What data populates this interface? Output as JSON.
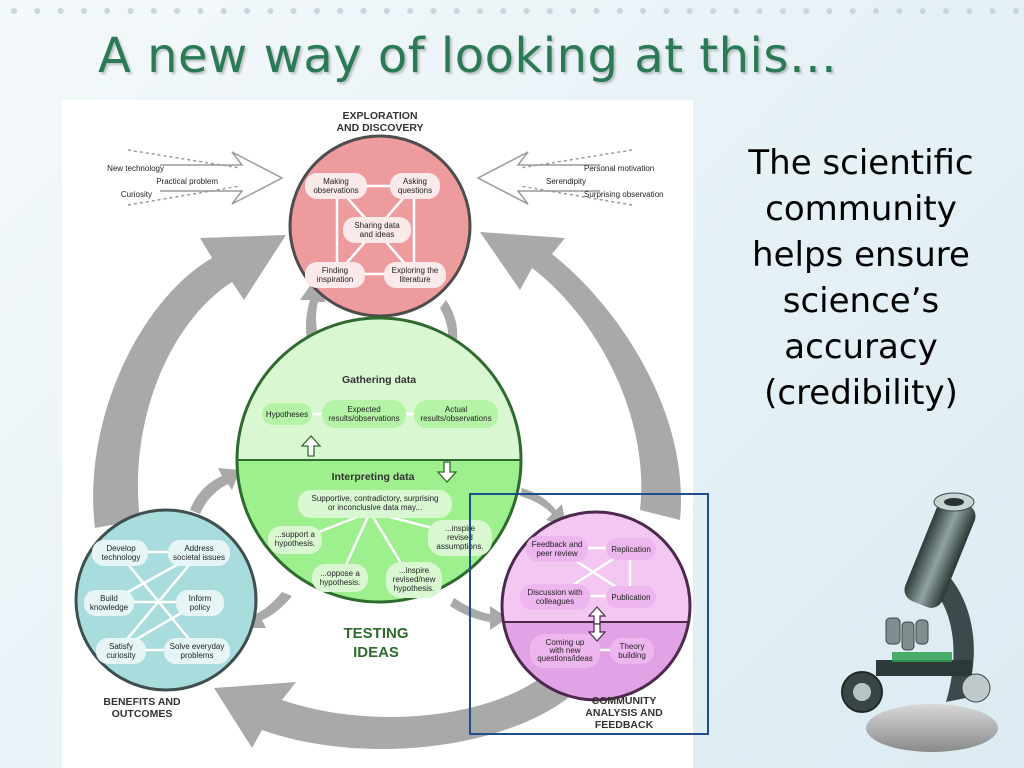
{
  "slide": {
    "title": "A new way of looking at this…",
    "side_text": [
      "The scientific",
      "community",
      "helps ensure",
      "science’s",
      "accuracy",
      "(credibility)"
    ]
  },
  "diagram": {
    "exploration": {
      "heading": [
        "EXPLORATION",
        "AND DISCOVERY"
      ],
      "nodes": {
        "making_observations": [
          "Making",
          "observations"
        ],
        "asking_questions": [
          "Asking",
          "questions"
        ],
        "sharing_data": [
          "Sharing data",
          "and ideas"
        ],
        "finding_inspiration": [
          "Finding",
          "inspiration"
        ],
        "exploring_literature": [
          "Exploring the",
          "literature"
        ]
      }
    },
    "left_inputs": [
      "New technology",
      "Practical problem",
      "Curiosity"
    ],
    "right_inputs": [
      "Personal motivation",
      "Serendipity",
      "Surprising observation"
    ],
    "testing": {
      "gathering_title": "Gathering data",
      "hypotheses": "Hypotheses",
      "expected": [
        "Expected",
        "results/observations"
      ],
      "actual": [
        "Actual",
        "results/observations"
      ],
      "interpreting_title": "Interpreting data",
      "data_may": [
        "Supportive, contradictory, surprising",
        "or inconclusive data may..."
      ],
      "support": [
        "...support a",
        "hypothesis."
      ],
      "inspire_assumptions": [
        "...inspire",
        "revised",
        "assumptions."
      ],
      "oppose": [
        "...oppose a",
        "hypothesis."
      ],
      "inspire_hypothesis": [
        "...inspire",
        "revised/new",
        "hypothesis."
      ],
      "caption": [
        "TESTING",
        "IDEAS"
      ]
    },
    "benefits": {
      "nodes": {
        "develop_technology": [
          "Develop",
          "technology"
        ],
        "address_issues": [
          "Address",
          "societal issues"
        ],
        "build_knowledge": [
          "Build",
          "knowledge"
        ],
        "inform_policy": [
          "Inform",
          "policy"
        ],
        "satisfy_curiosity": [
          "Satisfy",
          "curiosity"
        ],
        "solve_problems": [
          "Solve everyday",
          "problems"
        ]
      },
      "caption": [
        "BENEFITS AND",
        "OUTCOMES"
      ]
    },
    "community": {
      "nodes": {
        "feedback": [
          "Feedback and",
          "peer review"
        ],
        "replication": [
          "Replication"
        ],
        "discussion": [
          "Discussion with",
          "colleagues"
        ],
        "publication": [
          "Publication"
        ],
        "coming_up": [
          "Coming up",
          "with new",
          "questions/ideas"
        ],
        "theory": [
          "Theory",
          "building"
        ]
      },
      "caption": [
        "COMMUNITY",
        "ANALYSIS AND",
        "FEEDBACK"
      ]
    }
  },
  "colors": {
    "title": "#2a7a55",
    "exploration_fill": "#ee9b9d",
    "testing_top_fill": "#d9f8d2",
    "testing_bottom_fill": "#9ef08e",
    "benefits_fill": "#a9dcdc",
    "community_top_fill": "#f4c7f3",
    "community_bottom_fill": "#e2a2e6",
    "cycle_arrow": "#a9a9a9",
    "highlight_box": "#1f4e8f"
  }
}
